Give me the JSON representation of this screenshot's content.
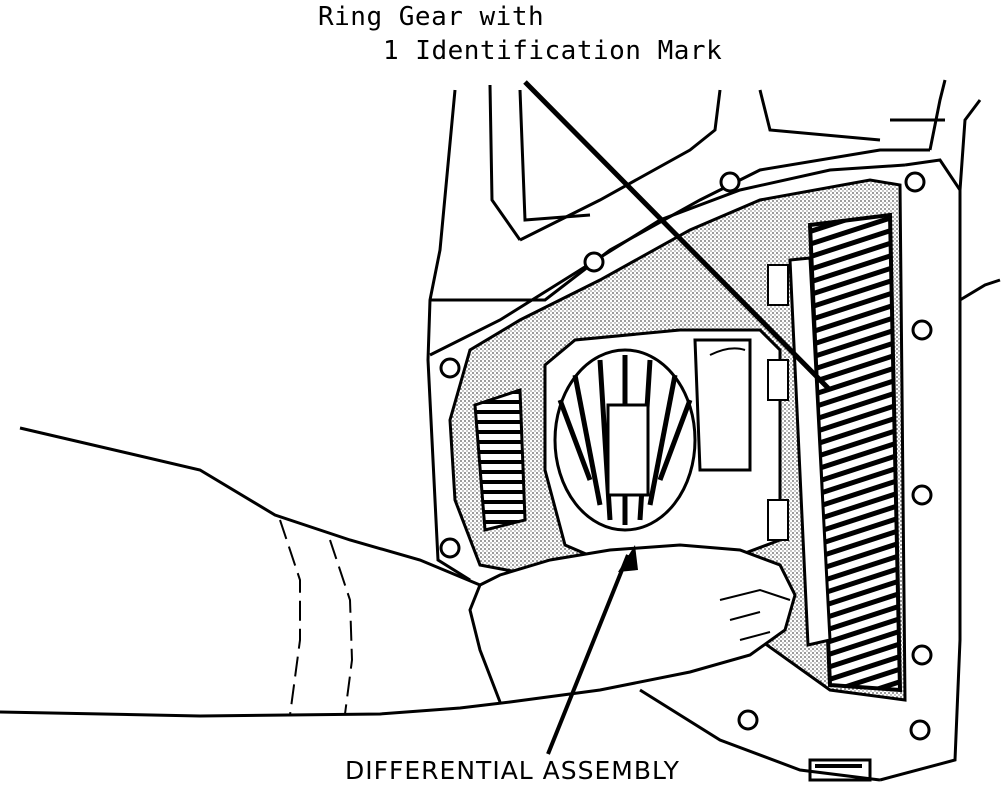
{
  "labels": {
    "ring_gear_line1": "Ring Gear with",
    "ring_gear_line2": "1 Identification Mark",
    "differential": "DIFFERENTIAL ASSEMBLY"
  },
  "colors": {
    "ink": "#000000",
    "paper": "#ffffff",
    "shade": "#b5b5b5"
  }
}
